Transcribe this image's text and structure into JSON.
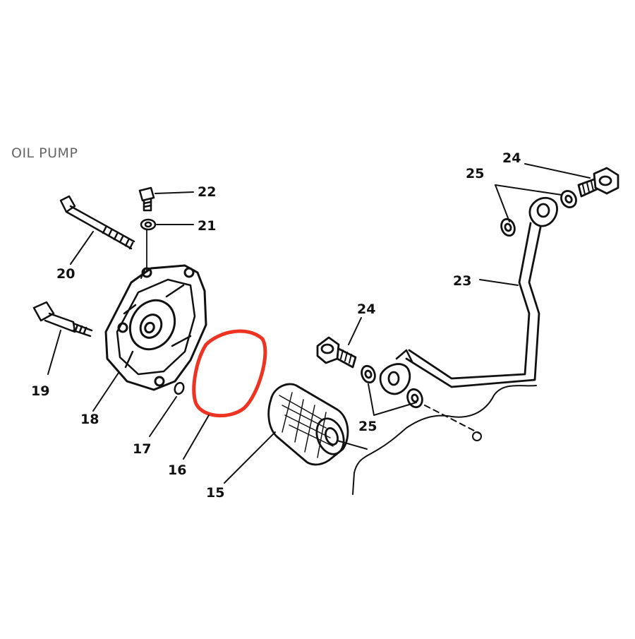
{
  "title": "OIL PUMP",
  "colors": {
    "highlight": "#ee3322",
    "ink": "#111111",
    "title": "#666666"
  },
  "callouts": {
    "p15": "15",
    "p16": "16",
    "p17": "17",
    "p18": "18",
    "p19": "19",
    "p20": "20",
    "p21": "21",
    "p22": "22",
    "p23": "23",
    "p24a": "24",
    "p24b": "24",
    "p25a": "25",
    "p25b": "25"
  },
  "highlighted_part": "16"
}
